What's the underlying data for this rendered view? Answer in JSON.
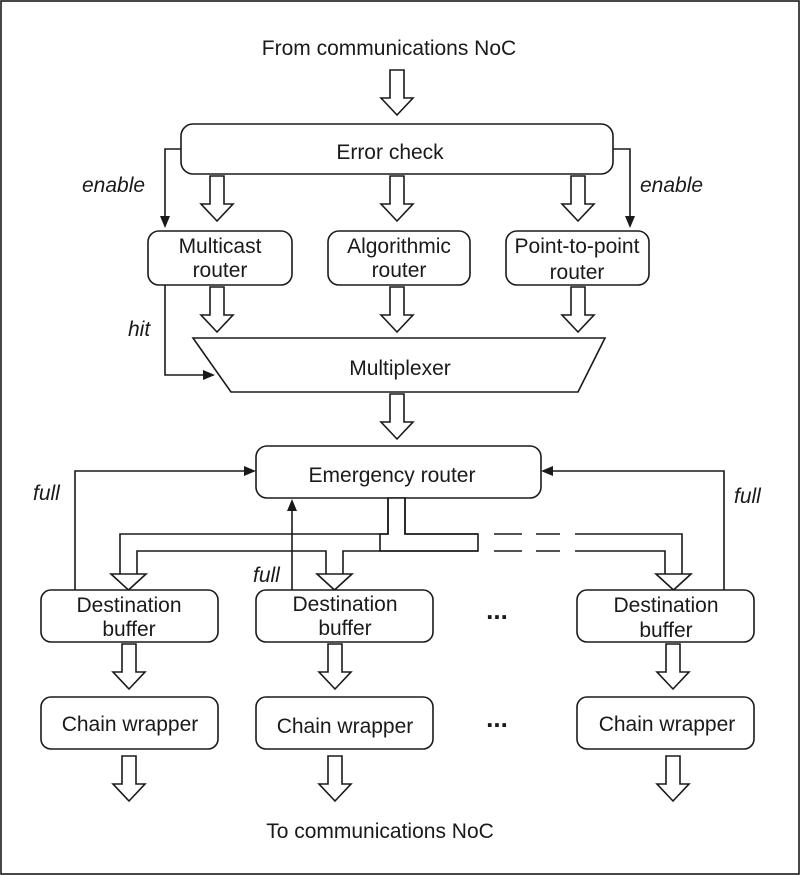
{
  "labels": {
    "from_noc": "From communications NoC",
    "to_noc": "To communications NoC",
    "error_check": "Error check",
    "enable_left": "enable",
    "enable_right": "enable",
    "multicast_l1": "Multicast",
    "multicast_l2": "router",
    "algorithmic_l1": "Algorithmic",
    "algorithmic_l2": "router",
    "p2p_l1": "Point-to-point",
    "p2p_l2": "router",
    "hit": "hit",
    "multiplexer": "Multiplexer",
    "emergency": "Emergency router",
    "full_left": "full",
    "full_mid": "full",
    "full_right": "full",
    "dest1_l1": "Destination",
    "dest1_l2": "buffer",
    "dest2_l1": "Destination",
    "dest2_l2": "buffer",
    "dest3_l1": "Destination",
    "dest3_l2": "buffer",
    "ellipsis_dest": "...",
    "chain1": "Chain wrapper",
    "chain2": "Chain wrapper",
    "chain3": "Chain wrapper",
    "ellipsis_chain": "..."
  }
}
